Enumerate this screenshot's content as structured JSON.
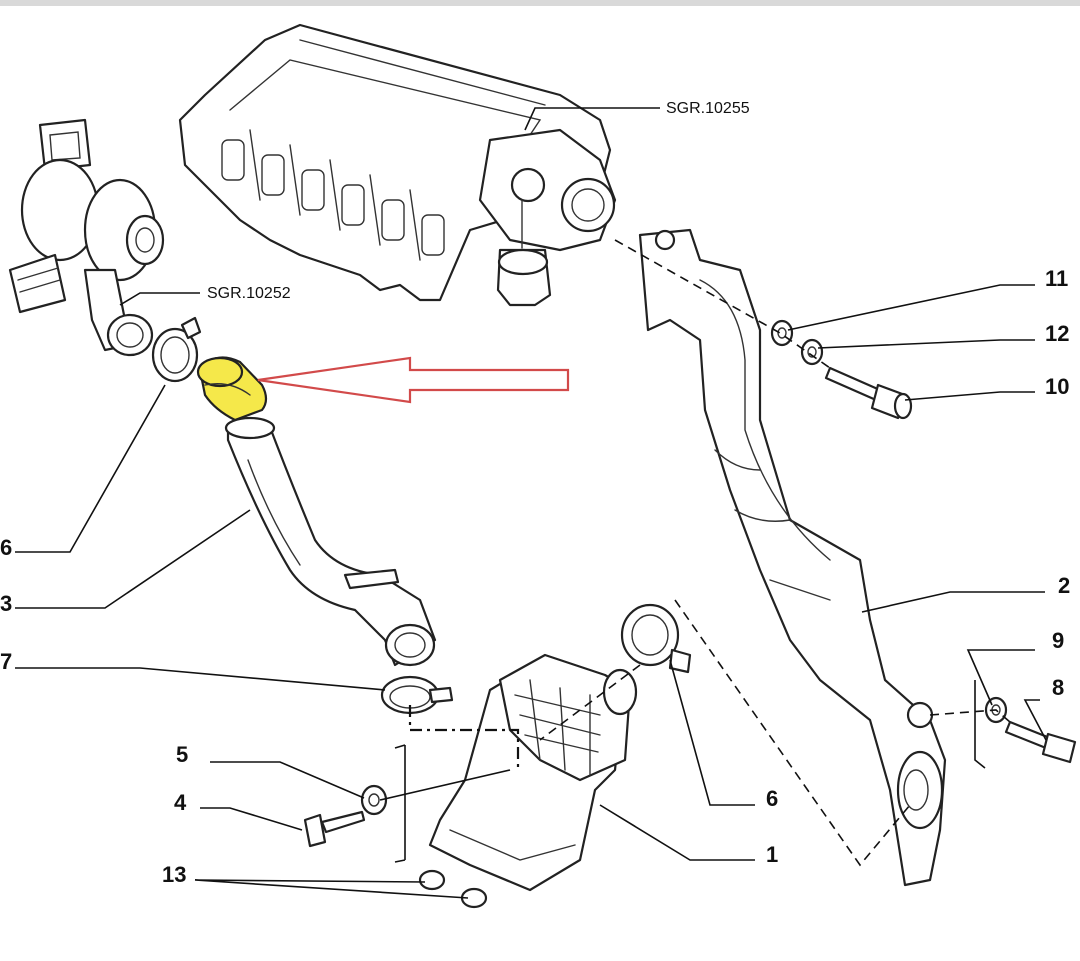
{
  "refs": {
    "intake_manifold": "SGR.10255",
    "turbocharger": "SGR.10252"
  },
  "callouts": {
    "c1": "1",
    "c2": "2",
    "c3": "3",
    "c4": "4",
    "c5": "5",
    "c6a": "6",
    "c6b": "6",
    "c7": "7",
    "c8": "8",
    "c9": "9",
    "c10": "10",
    "c11": "11",
    "c12": "12",
    "c13": "13"
  },
  "colors": {
    "highlight": "#f5e84a",
    "arrow_outline": "#d24a4a",
    "top_bar": "#d9d9d9"
  }
}
